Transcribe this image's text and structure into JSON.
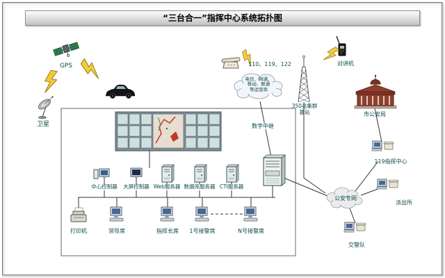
{
  "title": "“三台合一”指挥中心系统拓扑图",
  "nodes": {
    "gps": "GPS",
    "satellite_dish": "卫星",
    "alarm_numbers": "110、119、122",
    "carrier_cloud": "电信、网通、\n移动、联通\n等运营商",
    "digital_trunk": "数字中继",
    "cluster_base_station": "350兆集群\n基站",
    "walkie_talkie": "对讲机",
    "city_police_bureau": "市公安局",
    "fire_command_center_119": "119指挥中心",
    "police_private_network": "公安专网",
    "police_station": "派出所",
    "traffic_police_team": "交警队",
    "center_controller": "中心控制器",
    "big_screen_controller": "大屏控制器",
    "web_server": "Web服务器",
    "database_server": "数据库服务器",
    "cti_server": "CTI服务器",
    "printer": "打印机",
    "leader_seat": "领导席",
    "commander_seat": "指挥长席",
    "alarm_seat_1": "1号接警席",
    "alarm_seat_n": "N号接警席"
  },
  "colors": {
    "label_color": "#0e4a4a",
    "wire_color": "#333333",
    "bolt_color": "#f2cd39"
  }
}
